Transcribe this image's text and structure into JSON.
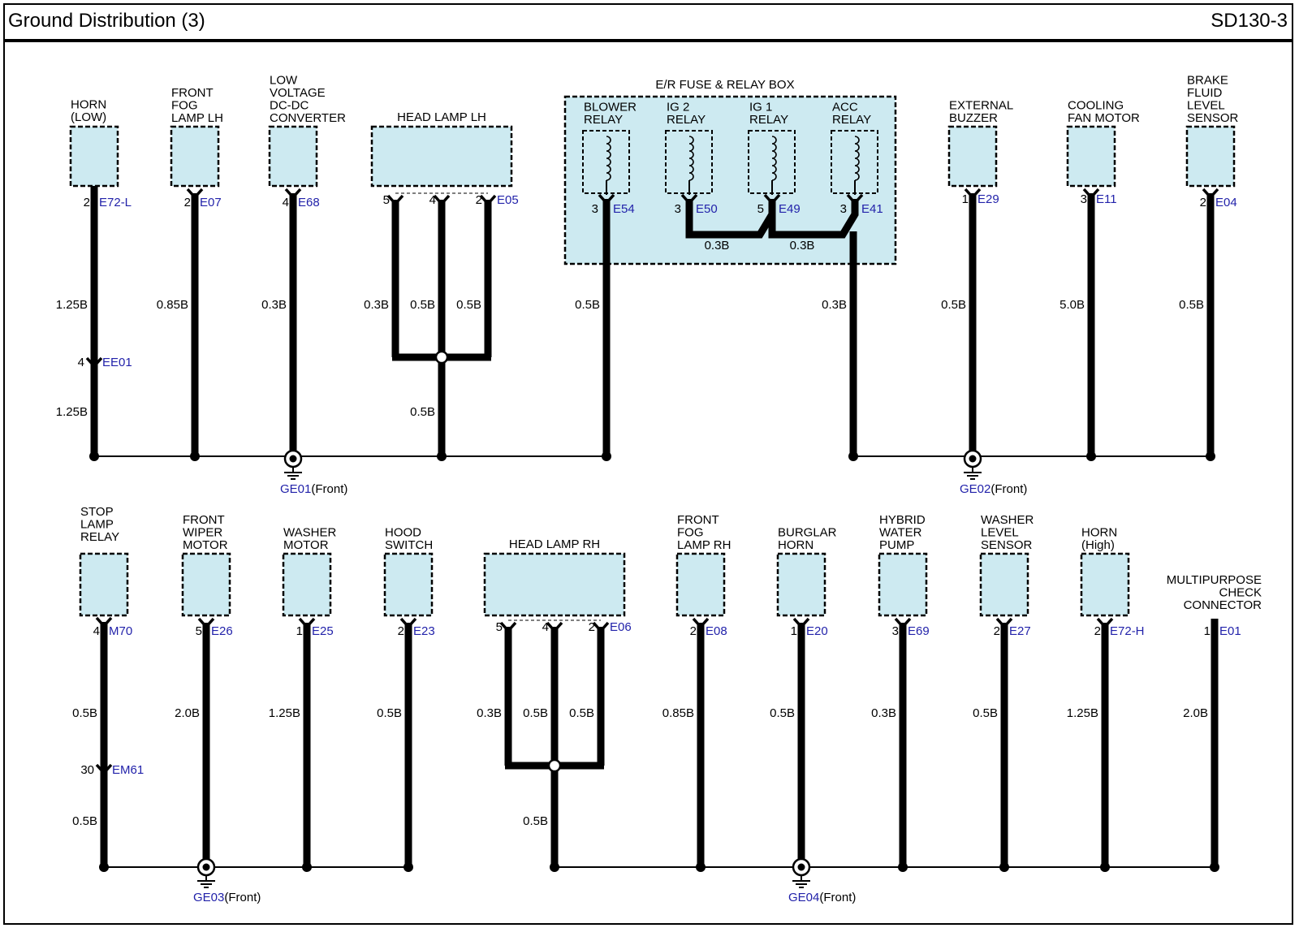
{
  "header": {
    "title": "Ground Distribution (3)",
    "code": "SD130-3"
  },
  "colors": {
    "component_fill": "#cdeaf1",
    "connector_text": "#2222aa",
    "wire": "#000000"
  },
  "top": {
    "horn_low": {
      "label": [
        "HORN",
        "(LOW)"
      ],
      "pin": "2",
      "conn": "E72-L",
      "wire1": "1.25B",
      "inline_pin": "4",
      "inline_conn": "EE01",
      "wire2": "1.25B"
    },
    "fog_lh": {
      "label": [
        "FRONT",
        "FOG",
        "LAMP LH"
      ],
      "pin": "2",
      "conn": "E07",
      "wire": "0.85B"
    },
    "ldc": {
      "label": [
        "LOW",
        "VOLTAGE",
        "DC-DC",
        "CONVERTER"
      ],
      "pin": "4",
      "conn": "E68",
      "wire": "0.3B"
    },
    "head_lh": {
      "label": "HEAD LAMP LH",
      "pins": [
        "5",
        "4",
        "2"
      ],
      "conn": "E05",
      "wires": [
        "0.3B",
        "0.5B",
        "0.5B"
      ],
      "join_wire": "0.5B"
    },
    "relay_box": {
      "label": "E/R FUSE & RELAY BOX",
      "relays": [
        {
          "label": [
            "BLOWER",
            "RELAY"
          ],
          "pin": "3",
          "conn": "E54"
        },
        {
          "label": [
            "IG 2",
            "RELAY"
          ],
          "pin": "3",
          "conn": "E50"
        },
        {
          "label": [
            "IG 1",
            "RELAY"
          ],
          "pin": "5",
          "conn": "E49"
        },
        {
          "label": [
            "ACC",
            "RELAY"
          ],
          "pin": "3",
          "conn": "E41"
        }
      ],
      "bridge1": "0.3B",
      "bridge2": "0.3B",
      "blower_wire": "0.5B",
      "acc_wire": "0.3B"
    },
    "buzzer": {
      "label": [
        "EXTERNAL",
        "BUZZER"
      ],
      "pin": "1",
      "conn": "E29",
      "wire": "0.5B"
    },
    "fan": {
      "label": [
        "COOLING",
        "FAN MOTOR"
      ],
      "pin": "3",
      "conn": "E11",
      "wire": "5.0B"
    },
    "brake": {
      "label": [
        "BRAKE",
        "FLUID",
        "LEVEL",
        "SENSOR"
      ],
      "pin": "2",
      "conn": "E04",
      "wire": "0.5B"
    },
    "ground1": {
      "id": "GE01",
      "loc": "(Front)"
    },
    "ground2": {
      "id": "GE02",
      "loc": "(Front)"
    }
  },
  "bottom": {
    "stop_relay": {
      "label": [
        "STOP",
        "LAMP",
        "RELAY"
      ],
      "pin": "4",
      "conn": "M70",
      "wire1": "0.5B",
      "inline_pin": "30",
      "inline_conn": "EM61",
      "wire2": "0.5B"
    },
    "wiper": {
      "label": [
        "FRONT",
        "WIPER",
        "MOTOR"
      ],
      "pin": "5",
      "conn": "E26",
      "wire": "2.0B"
    },
    "washer": {
      "label": [
        "WASHER",
        "MOTOR"
      ],
      "pin": "1",
      "conn": "E25",
      "wire": "1.25B"
    },
    "hood": {
      "label": [
        "HOOD",
        "SWITCH"
      ],
      "pin": "2",
      "conn": "E23",
      "wire": "0.5B"
    },
    "head_rh": {
      "label": "HEAD LAMP RH",
      "pins": [
        "5",
        "4",
        "2"
      ],
      "conn": "E06",
      "wires": [
        "0.3B",
        "0.5B",
        "0.5B"
      ],
      "join_wire": "0.5B"
    },
    "fog_rh": {
      "label": [
        "FRONT",
        "FOG",
        "LAMP RH"
      ],
      "pin": "2",
      "conn": "E08",
      "wire": "0.85B"
    },
    "burglar": {
      "label": [
        "BURGLAR",
        "HORN"
      ],
      "pin": "1",
      "conn": "E20",
      "wire": "0.5B"
    },
    "pump": {
      "label": [
        "HYBRID",
        "WATER",
        "PUMP"
      ],
      "pin": "3",
      "conn": "E69",
      "wire": "0.3B"
    },
    "washer_level": {
      "label": [
        "WASHER",
        "LEVEL",
        "SENSOR"
      ],
      "pin": "2",
      "conn": "E27",
      "wire": "0.5B"
    },
    "horn_high": {
      "label": [
        "HORN",
        "(High)"
      ],
      "pin": "2",
      "conn": "E72-H",
      "wire": "1.25B"
    },
    "mpc": {
      "label": [
        "MULTIPURPOSE",
        "CHECK",
        "CONNECTOR"
      ],
      "pin": "1",
      "conn": "E01",
      "wire": "2.0B"
    },
    "ground3": {
      "id": "GE03",
      "loc": "(Front)"
    },
    "ground4": {
      "id": "GE04",
      "loc": "(Front)"
    }
  }
}
